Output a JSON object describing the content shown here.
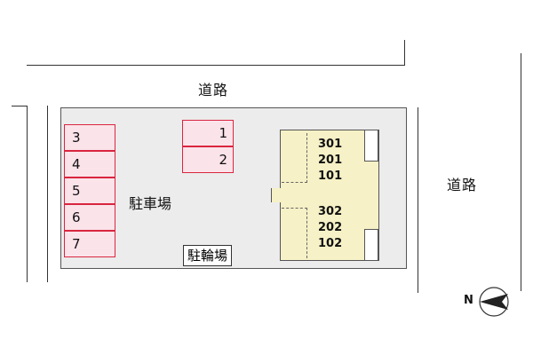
{
  "roads": {
    "top_label": "道路",
    "right_label": "道路"
  },
  "parking": {
    "label": "駐車場",
    "left_slots": [
      "3",
      "4",
      "5",
      "6",
      "7"
    ],
    "right_slots": [
      "1",
      "2"
    ]
  },
  "bicycle_parking": {
    "label": "駐輪場"
  },
  "building": {
    "upper_units": [
      "301",
      "201",
      "101"
    ],
    "lower_units": [
      "302",
      "202",
      "102"
    ]
  },
  "compass": {
    "label": "N"
  },
  "colors": {
    "parking_slot_border": "#d9263f",
    "parking_slot_fill": "#fbe3ea",
    "building_fill": "#f6f1c6",
    "lot_fill": "#ececec"
  }
}
